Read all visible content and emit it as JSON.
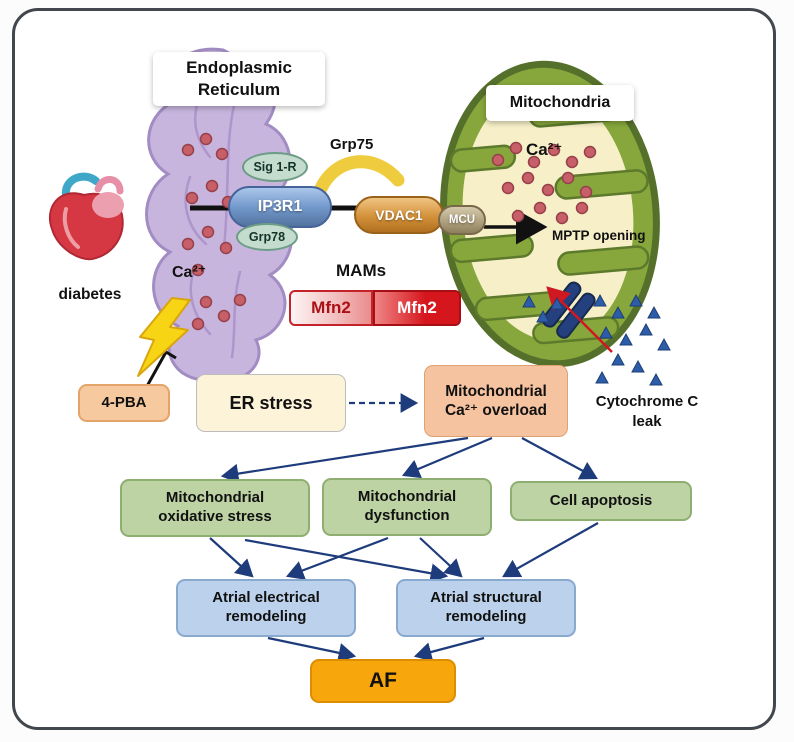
{
  "colors": {
    "er_purple": "#c7b5dd",
    "mito_green": "#87a73c",
    "mfn2_red": "#d6161d",
    "af_orange": "#f7a70b",
    "arrow_navy": "#1e3c7c",
    "calcium_dot_red": "#c75f68",
    "cytochrome_blue": "#2d5da8"
  },
  "organelles": {
    "er_title": "Endoplasmic Reticulum",
    "mito_title": "Mitochondria"
  },
  "proteins": {
    "sig1r": "Sig 1-R",
    "grp78": "Grp78",
    "grp75": "Grp75",
    "ip3r1": "IP3R1",
    "vdac1": "VDAC1",
    "mcu": "MCU",
    "mfn2_left": "Mfn2",
    "mfn2_right": "Mfn2"
  },
  "labels": {
    "ca_er": "Ca²⁺",
    "ca_mito": "Ca²⁺",
    "mams": "MAMs",
    "mptp": "MPTP opening",
    "cytc": "Cytochrome C leak",
    "diabetes": "diabetes"
  },
  "boxes": {
    "pba": "4-PBA",
    "er_stress": "ER stress",
    "mito_overload": "Mitochondrial Ca²⁺ overload",
    "oxidative": "Mitochondrial oxidative stress",
    "dysfunction": "Mitochondrial dysfunction",
    "apoptosis": "Cell apoptosis",
    "electrical": "Atrial electrical remodeling",
    "structural": "Atrial structural remodeling",
    "af": "AF"
  }
}
